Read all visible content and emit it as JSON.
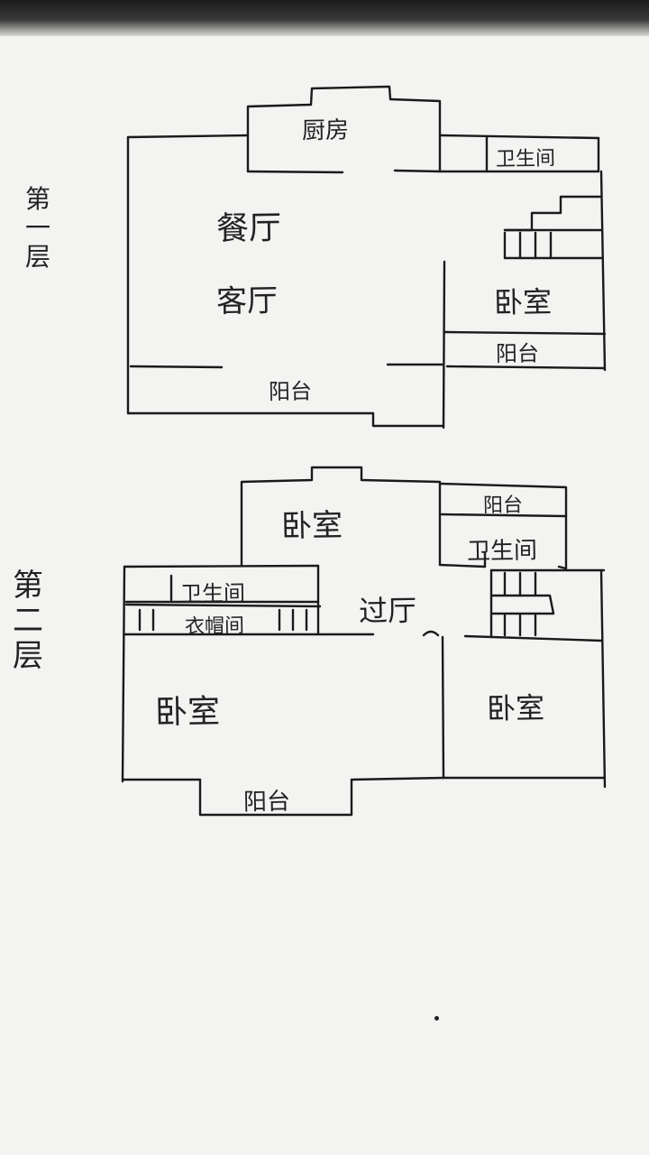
{
  "floors": [
    {
      "label_chars": [
        "第",
        "一",
        "层"
      ],
      "rooms": {
        "kitchen": "厨房",
        "bath": "卫生间",
        "dining": "餐厅",
        "living": "客厅",
        "bedroom": "卧室",
        "balcony_right": "阳台",
        "balcony_bottom": "阳台"
      }
    },
    {
      "label_chars": [
        "第",
        "二",
        "层"
      ],
      "rooms": {
        "bedroom_top": "卧室",
        "balcony_top": "阳台",
        "bath_right": "卫生间",
        "bath_left": "卫生间",
        "cloakroom": "衣帽间",
        "hall": "过厅",
        "bedroom_left": "卧室",
        "bedroom_right": "卧室",
        "balcony_bottom": "阳台"
      }
    }
  ]
}
